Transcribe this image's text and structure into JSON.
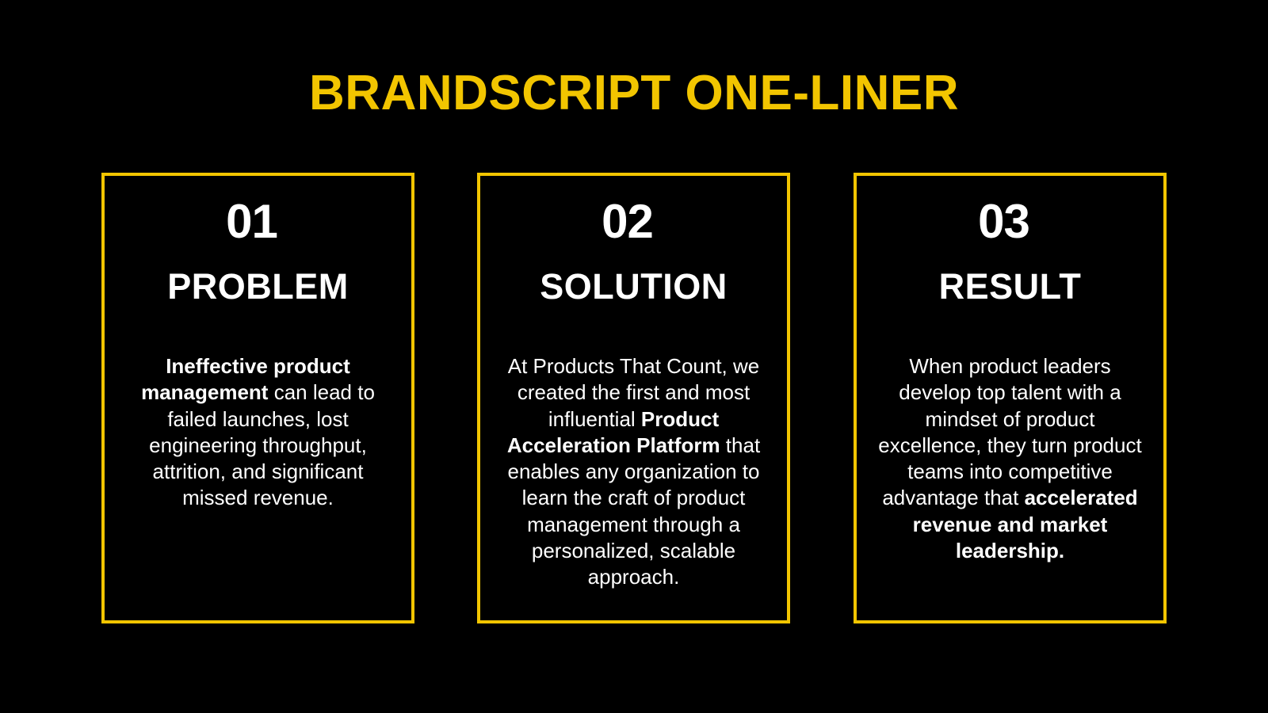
{
  "title": "BRANDSCRIPT ONE-LINER",
  "colors": {
    "background": "#000000",
    "accent": "#f2c500",
    "text": "#ffffff"
  },
  "cards": [
    {
      "number": "01",
      "label": "PROBLEM",
      "body": {
        "bold_lead": "Ineffective product management",
        "rest": " can lead to failed launches, lost engineering throughput, attrition, and significant missed revenue."
      }
    },
    {
      "number": "02",
      "label": "SOLUTION",
      "body": {
        "lead": "At Products That Count, we created the first and most influential ",
        "bold_mid": "Product Acceleration Platform",
        "rest": " that enables any organization to learn the craft of product management through a personalized, scalable approach."
      }
    },
    {
      "number": "03",
      "label": "RESULT",
      "body": {
        "lead": "When product leaders develop top talent with a mindset of product excellence, they turn product teams into competitive advantage that ",
        "bold_tail": "accelerated revenue and market leadership."
      }
    }
  ]
}
